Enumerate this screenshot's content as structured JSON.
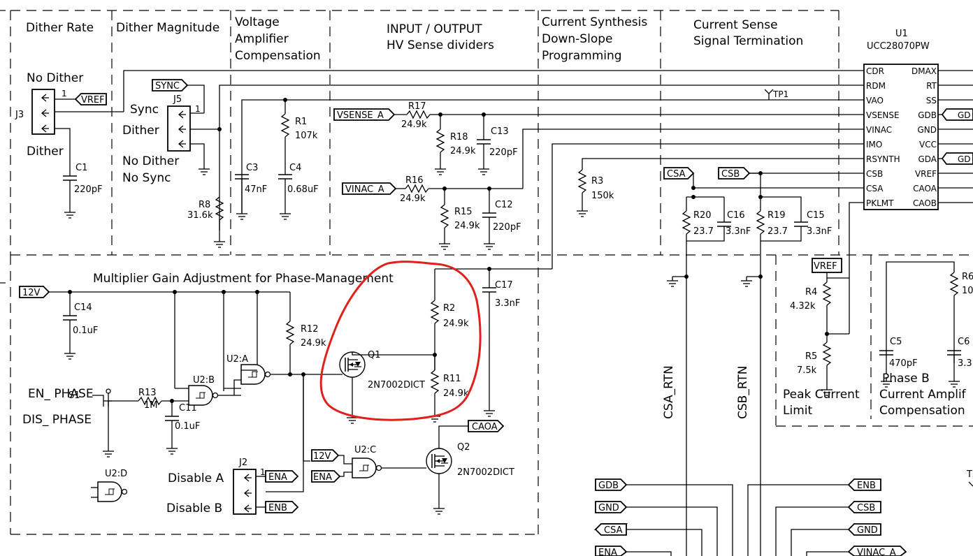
{
  "sections": {
    "dither_rate": "Dither Rate",
    "dither_magnitude": "Dither Magnitude",
    "voltage_amp_1": "Voltage",
    "voltage_amp_2": "Amplifier",
    "voltage_amp_3": "Compensation",
    "io_1": "INPUT / OUTPUT",
    "io_2": "HV Sense dividers",
    "current_synth_1": "Current Synthesis",
    "current_synth_2": "Down-Slope",
    "current_synth_3": "Programming",
    "current_sense_1": "Current Sense",
    "current_sense_2": "Signal Termination",
    "multiplier": "Multiplier Gain Adjustment for Phase-Management",
    "peak_1": "Peak Current",
    "peak_2": "Limit",
    "phaseb_1": "Phase B",
    "phaseb_2": "Current Amplif",
    "phaseb_3": "Compensation"
  },
  "ic": {
    "ref": "U1",
    "part": "UCC28070PW",
    "left_pins": [
      "CDR",
      "RDM",
      "VAO",
      "VSENSE",
      "VINAC",
      "IMO",
      "RSYNTH",
      "CSB",
      "CSA",
      "PKLMT"
    ],
    "right_pins": [
      "DMAX",
      "RT",
      "SS",
      "GDB",
      "GND",
      "VCC",
      "GDA",
      "VREF",
      "CAOA",
      "CAOB"
    ]
  },
  "labels": {
    "no_dither": "No Dither",
    "dither": "Dither",
    "sync": "Sync",
    "dither2": "Dither",
    "no_dither2": "No Dither",
    "no_sync": "No Sync",
    "en_phase": "EN_ PHASE",
    "dis_phase": "DIS_ PHASE",
    "disable_a": "Disable A",
    "disable_b": "Disable B",
    "csa_rtn": "CSA_RTN",
    "csb_rtn": "CSB_RTN",
    "tp1": "TP1",
    "pin1": "1",
    "pin1b": "1",
    "pin1c": "1",
    "t_cut": "T"
  },
  "nets": {
    "vref": "VREF",
    "sync": "SYNC",
    "vsense_a": "VSENSE_A",
    "vinac_a": "VINAC_A",
    "csa": "CSA",
    "csb": "CSB",
    "v12": "12V",
    "v12b": "12V",
    "ena": "ENA",
    "ena2": "ENA",
    "enb": "ENB",
    "caoa": "CAOA",
    "vref2": "VREF",
    "gd1": "GD",
    "gd2": "GD",
    "gdb": "GDB",
    "gnd": "GND",
    "csa_b": "CSA",
    "ena_b": "ENA",
    "enb_r": "ENB",
    "csb_r": "CSB",
    "gnd_r": "GND",
    "vinac_r": "VINAC_A"
  },
  "components": {
    "j3": "J3",
    "j5": "J5",
    "j2": "J2",
    "c1": "C1",
    "c1v": "220pF",
    "r8": "R8",
    "r8v": "31.6k",
    "c3": "C3",
    "c3v": "47nF",
    "r1": "R1",
    "r1v": "107k",
    "c4": "C4",
    "c4v": "0.68uF",
    "r17": "R17",
    "r17v": "24.9k",
    "r18": "R18",
    "r18v": "24.9k",
    "c13": "C13",
    "c13v": "220pF",
    "r16": "R16",
    "r16v": "24.9k",
    "r15": "R15",
    "r15v": "24.9k",
    "c12": "C12",
    "c12v": "220pF",
    "r3": "R3",
    "r3v": "150k",
    "r20": "R20",
    "r20v": "23.7",
    "c16": "C16",
    "c16v": "3.3nF",
    "r19": "R19",
    "r19v": "23.7",
    "c15": "C15",
    "c15v": "3.3nF",
    "c14": "C14",
    "c14v": "0.1uF",
    "r12": "R12",
    "r12v": "24.9k",
    "r13": "R13",
    "r13v": "1M",
    "c11": "C11",
    "c11v": "0.1uF",
    "s1": "S1",
    "u2b": "U2:B",
    "u2a": "U2:A",
    "u2c": "U2:C",
    "u2d": "U2:D",
    "q1": "Q1",
    "q1v": "2N7002DICT",
    "q2": "Q2",
    "q2v": "2N7002DICT",
    "r2": "R2",
    "r2v": "24.9k",
    "r11": "R11",
    "r11v": "24.9k",
    "c17": "C17",
    "c17v": "3.3nF",
    "r4": "R4",
    "r4v": "4.32k",
    "r5": "R5",
    "r5v": "7.5k",
    "c5": "C5",
    "c5v": "470pF",
    "r6": "R6",
    "r6v": "10",
    "c6": "C6",
    "c6v": "3.3"
  }
}
